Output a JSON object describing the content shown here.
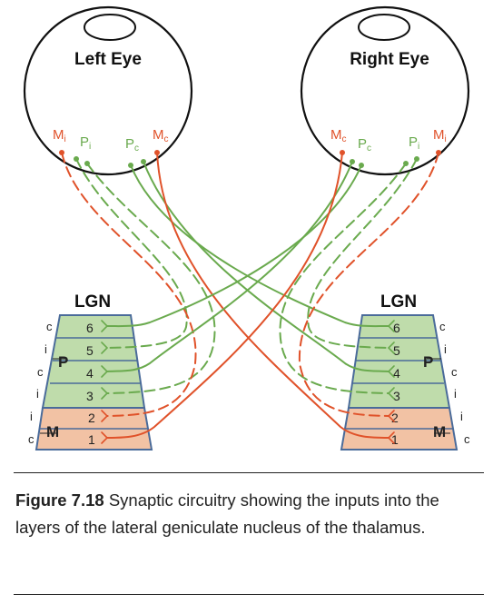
{
  "eyes": {
    "left": {
      "label": "Left Eye",
      "cells": [
        {
          "letter": "M",
          "sub": "i"
        },
        {
          "letter": "P",
          "sub": "i"
        },
        {
          "letter": "P",
          "sub": "c"
        },
        {
          "letter": "M",
          "sub": "c"
        }
      ]
    },
    "right": {
      "label": "Right Eye",
      "cells": [
        {
          "letter": "M",
          "sub": "c"
        },
        {
          "letter": "P",
          "sub": "c"
        },
        {
          "letter": "P",
          "sub": "i"
        },
        {
          "letter": "M",
          "sub": "i"
        }
      ]
    }
  },
  "lgn": {
    "left": {
      "title": "LGN",
      "layers": [
        "6",
        "5",
        "4",
        "3",
        "2",
        "1"
      ],
      "side_letters": [
        "c",
        "i",
        "c",
        "i",
        "i",
        "c"
      ],
      "p_label": "P",
      "m_label": "M"
    },
    "right": {
      "title": "LGN",
      "layers": [
        "6",
        "5",
        "4",
        "3",
        "2",
        "1"
      ],
      "side_letters": [
        "c",
        "i",
        "c",
        "i",
        "i",
        "c"
      ],
      "p_label": "P",
      "m_label": "M"
    }
  },
  "colors": {
    "parvo": "#6aaa4e",
    "magno": "#e0522a",
    "parvo_fill": "#bfdcab",
    "magno_fill": "#f2c2a4",
    "lgn_outline": "#4a6b9a"
  },
  "caption": {
    "figure": "Figure 7.18",
    "text": " Synaptic circuitry showing the inputs into the layers of the lateral geniculate nucleus of the thalamus."
  }
}
